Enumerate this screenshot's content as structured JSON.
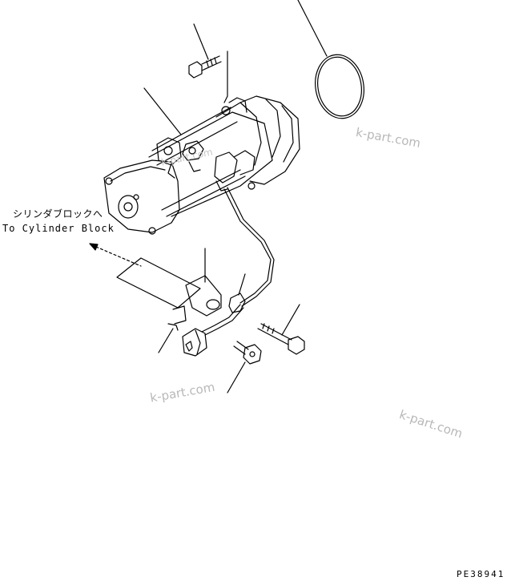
{
  "diagram": {
    "note_japanese": "シリンダブロックへ",
    "note_english": "To Cylinder Block",
    "drawing_code": "PE38941"
  },
  "watermarks": [
    "k-part.com",
    "k-part.com",
    "k-part.com",
    "k-part.com"
  ],
  "colors": {
    "line": "#000000",
    "watermark": "#b8b8b8",
    "background": "#ffffff"
  }
}
